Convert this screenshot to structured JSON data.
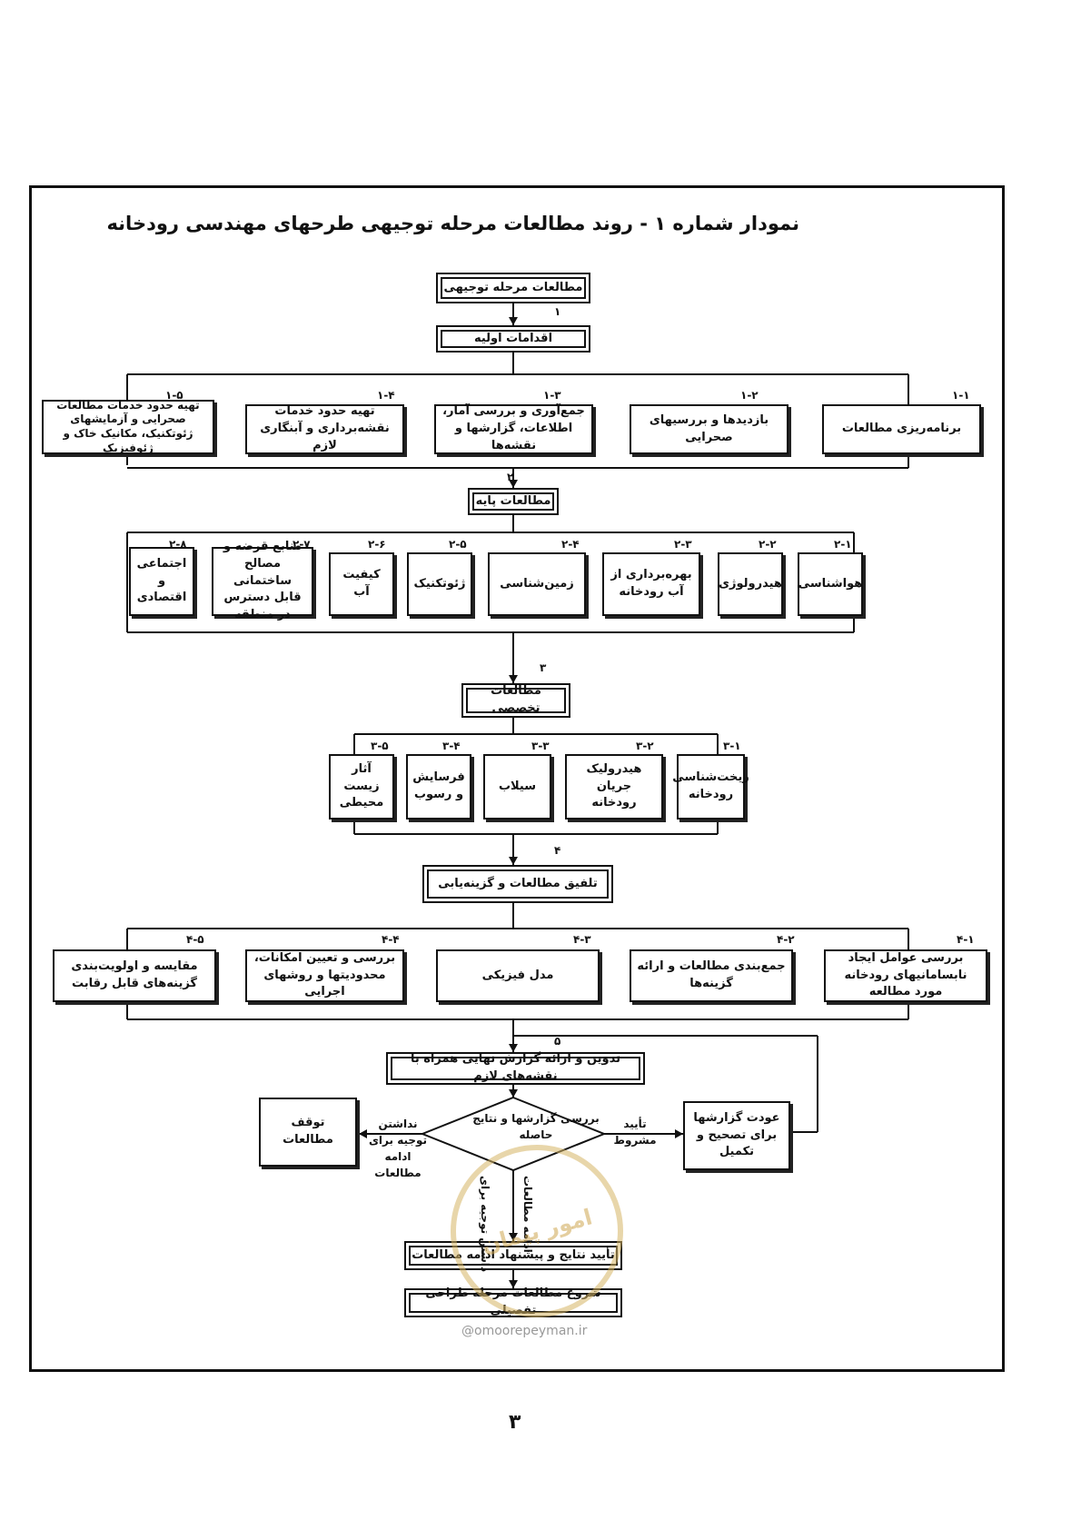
{
  "title": "نمودار شماره ۱ - روند مطالعات مرحله توجیهی طرحهای مهندسی رودخانه",
  "main": {
    "start": "مطالعات مرحله توجیهی",
    "step1": "اقدامات اولیه",
    "step2": "مطالعات پایه",
    "step3": "مطالعات تخصصی",
    "step4": "تلفیق مطالعات و گزینه‌یابی",
    "step5": "تدوین و ارائه گزارش نهایی همراه با نقشه‌های لازم",
    "approve": "تأیید نتایج و پیشنهاد ادامه مطالعات",
    "final": "شروع مطالعات مرحله طراحی تفصیلی"
  },
  "step_numbers": {
    "s1": "۱",
    "s2": "۲",
    "s3": "۳",
    "s4": "۴",
    "s5": "۵"
  },
  "group1": [
    {
      "num": "۱-۱",
      "text": "برنامه‌ریزی مطالعات"
    },
    {
      "num": "۱-۲",
      "text": "بازدیدها و بررسیهای صحرایی"
    },
    {
      "num": "۱-۳",
      "text": "جمع‌آوری و بررسی آمار، اطلاعات، گزارشها و نقشه‌ها"
    },
    {
      "num": "۱-۴",
      "text": "تهیه حدود خدمات نقشه‌برداری و آبنگاری لازم"
    },
    {
      "num": "۱-۵",
      "text": "تهیه حدود خدمات مطالعات صحرایی و آزمایشهای ژئوتکنیک، مکانیک خاک و ژئوفیزیک"
    }
  ],
  "group2": [
    {
      "num": "۲-۱",
      "text": "هواشناسی"
    },
    {
      "num": "۲-۲",
      "text": "هیدرولوژی"
    },
    {
      "num": "۲-۳",
      "text": "بهره‌برداری از آب رودخانه"
    },
    {
      "num": "۲-۴",
      "text": "زمین‌شناسی"
    },
    {
      "num": "۲-۵",
      "text": "ژئوتکنیک"
    },
    {
      "num": "۲-۶",
      "text": "کیفیت آب"
    },
    {
      "num": "۲-۷",
      "text": "منابع قرضه و مصالح ساختمانی قابل دسترس در منطقه"
    },
    {
      "num": "۲-۸",
      "text": "اجتماعی و اقتصادی"
    }
  ],
  "group3": [
    {
      "num": "۳-۱",
      "text": "ریخت‌شناسی رودخانه"
    },
    {
      "num": "۳-۲",
      "text": "هیدرولیک جریان رودخانه"
    },
    {
      "num": "۳-۳",
      "text": "سیلاب"
    },
    {
      "num": "۳-۴",
      "text": "فرسایش و رسوب"
    },
    {
      "num": "۳-۵",
      "text": "آثار زیست محیطی"
    }
  ],
  "group4": [
    {
      "num": "۴-۱",
      "text": "بررسی عوامل ایجاد نابسامانیهای رودخانه مورد مطالعه"
    },
    {
      "num": "۴-۲",
      "text": "جمع‌بندی مطالعات و ارائه گزینه‌ها"
    },
    {
      "num": "۴-۳",
      "text": "مدل فیزیکی"
    },
    {
      "num": "۴-۴",
      "text": "بررسی و تعیین امکانات، محدودیتها و روشهای اجرایی"
    },
    {
      "num": "۴-۵",
      "text": "مقایسه و اولویت‌بندی گزینه‌های قابل رقابت"
    }
  ],
  "decision": {
    "diamond": "بررسی گزارشها و نتایج حاصله",
    "stop": "توقف مطالعات",
    "revise": "عودت گزارشها برای تصحیح و تکمیل",
    "no_label": "نداشتن توجیه برای ادامه مطالعات",
    "cond_label1": "تأیید",
    "cond_label2": "مشروط",
    "down_label1": "داشتن توجیه برای",
    "down_label2": "ادامه مطالعات"
  },
  "stamp_text": "امور پیمان",
  "watermark": "@omoorepeyman.ir",
  "page_number": "۳"
}
